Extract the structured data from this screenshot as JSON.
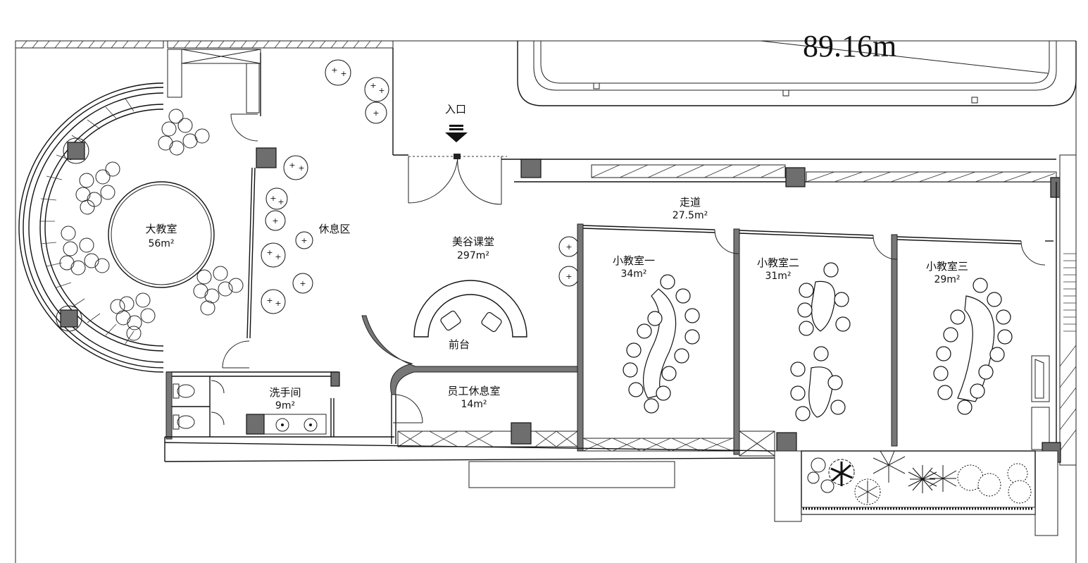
{
  "plan": {
    "top_dimension": "89.16m",
    "entrance": {
      "label": "入口"
    },
    "rooms": [
      {
        "id": "big-classroom",
        "name": "大教室",
        "area": "56m²"
      },
      {
        "id": "lounge",
        "name": "休息区",
        "area": ""
      },
      {
        "id": "main-hall",
        "name": "美谷课堂",
        "area": "297m²"
      },
      {
        "id": "reception",
        "name": "前台",
        "area": ""
      },
      {
        "id": "corridor",
        "name": "走道",
        "area": "27.5m²"
      },
      {
        "id": "small-room-1",
        "name": "小教室一",
        "area": "34m²"
      },
      {
        "id": "small-room-2",
        "name": "小教室二",
        "area": "31m²"
      },
      {
        "id": "small-room-3",
        "name": "小教室三",
        "area": "29m²"
      },
      {
        "id": "restroom",
        "name": "洗手间",
        "area": "9m²"
      },
      {
        "id": "staff-room",
        "name": "员工休息室",
        "area": "14m²"
      }
    ],
    "icons": [
      "entrance-arrow-icon",
      "door-swing-icon",
      "column-icon",
      "toilet-icon",
      "sink-icon",
      "plant-icon",
      "stool-icon"
    ]
  }
}
